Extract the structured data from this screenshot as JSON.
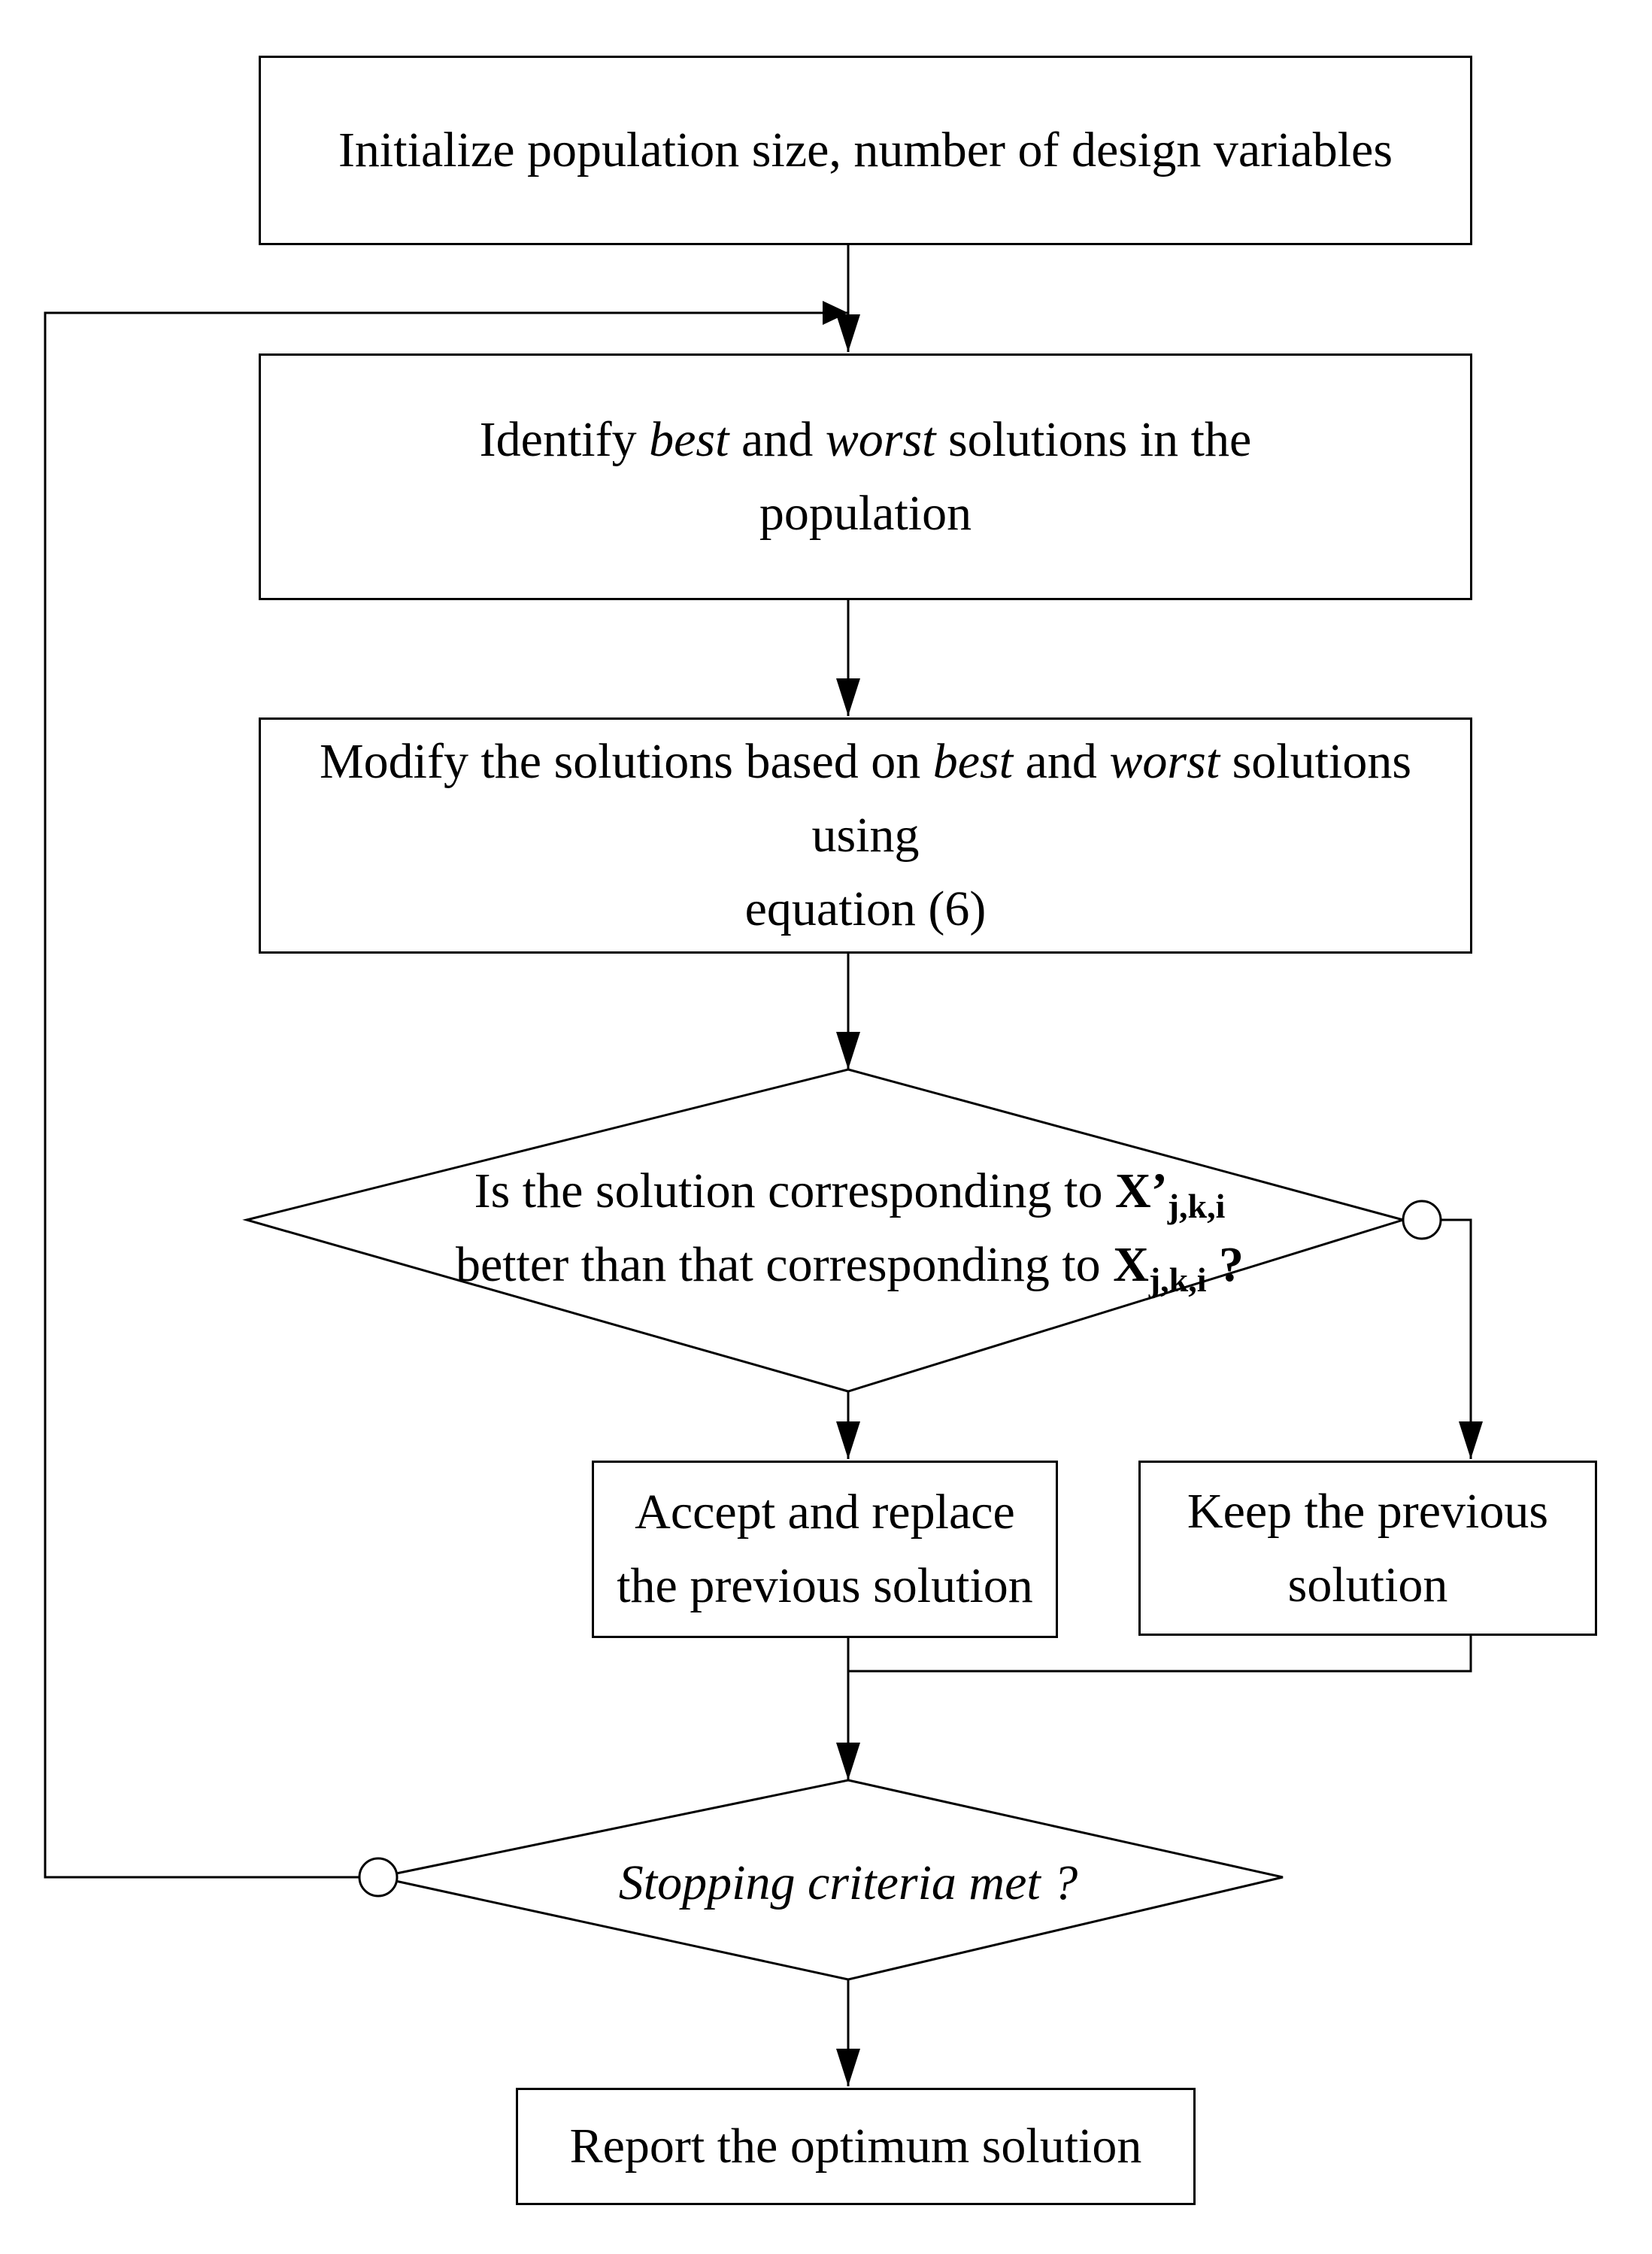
{
  "steps": {
    "initialize": {
      "text": "Initialize population size, number of design variables"
    },
    "identify": {
      "line1_pre": "Identify ",
      "line1_best": "best",
      "line1_and": " and ",
      "line1_worst": "worst",
      "line1_post": " solutions in the",
      "line2": "population"
    },
    "modify": {
      "line1_pre": "Modify the solutions based on ",
      "line1_best": "best",
      "line1_and": " and ",
      "line1_worst": "worst",
      "line1_post": " solutions using",
      "line2": "equation (6)"
    },
    "decision_compare": {
      "line1_pre": "Is the solution corresponding to ",
      "line1_var": "X’",
      "line1_sub": "j,k,i",
      "line2_pre": "better than that corresponding to ",
      "line2_var": "X",
      "line2_sub": "j,k,i",
      "line2_post": " ?"
    },
    "accept": {
      "line1": "Accept and replace",
      "line2": "the previous solution"
    },
    "keep": {
      "line1": "Keep the previous",
      "line2": "solution"
    },
    "decision_stop": {
      "text": "Stopping criteria met ?"
    },
    "report": {
      "text": "Report the optimum solution"
    }
  }
}
